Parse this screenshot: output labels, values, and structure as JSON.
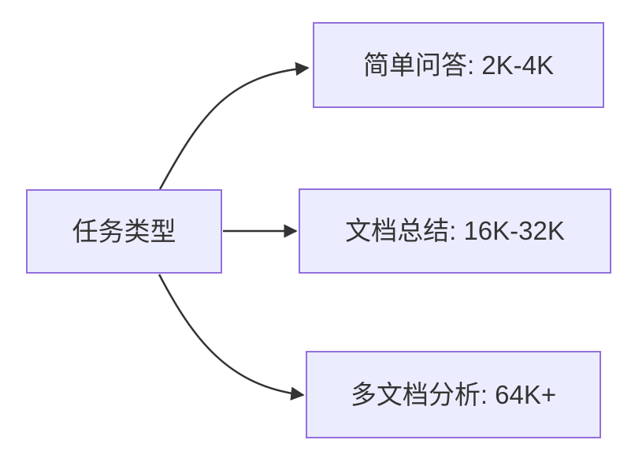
{
  "diagram": {
    "type": "flowchart-lr",
    "root": {
      "label": "任务类型"
    },
    "nodes": [
      {
        "id": "simple-qa",
        "label": "简单问答: 2K-4K"
      },
      {
        "id": "doc-summary",
        "label": "文档总结: 16K-32K"
      },
      {
        "id": "multi-doc",
        "label": "多文档分析: 64K+"
      }
    ],
    "edges": [
      {
        "from": "任务类型",
        "to": "简单问答: 2K-4K"
      },
      {
        "from": "任务类型",
        "to": "文档总结: 16K-32K"
      },
      {
        "from": "任务类型",
        "to": "多文档分析: 64K+"
      }
    ],
    "colors": {
      "node_fill": "#ECECFF",
      "node_border": "#9370DB",
      "edge": "#333333",
      "text": "#333333",
      "background": "#FFFFFF"
    }
  }
}
